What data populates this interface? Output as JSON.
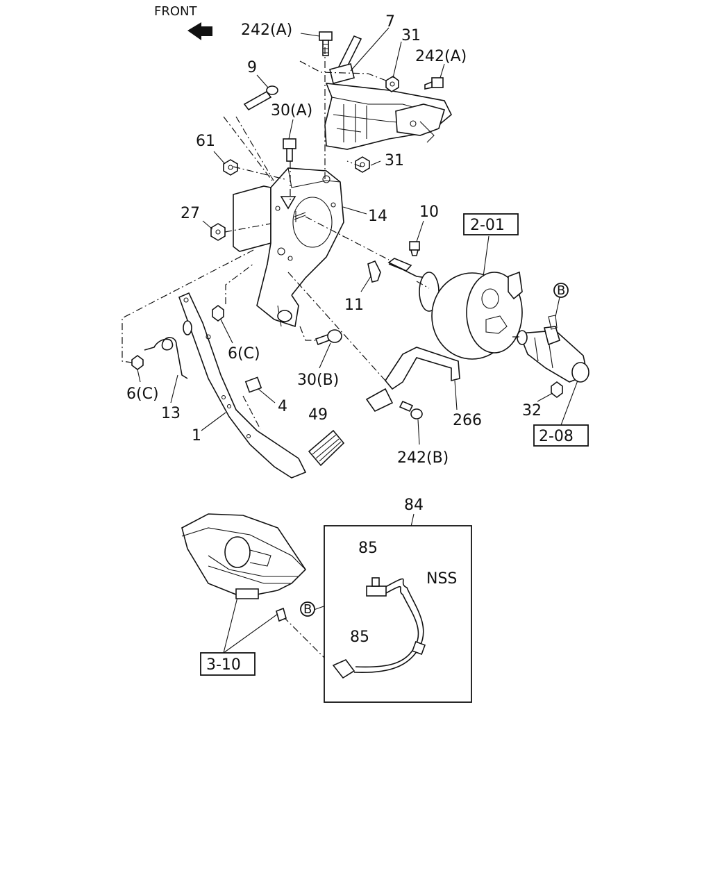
{
  "direction_label": "FRONT",
  "labels": {
    "bolt_242a_top": "242(A)",
    "part_7": "7",
    "nut_31_top": "31",
    "bolt_242a_right": "242(A)",
    "pin_9": "9",
    "bolt_30a": "30(A)",
    "nut_61": "61",
    "nut_31_mid": "31",
    "nut_27": "27",
    "bracket_14": "14",
    "switch_10": "10",
    "booster_ref": "2-01",
    "clip_11": "11",
    "connector_b_right": "B",
    "nut_6c_mid": "6(C)",
    "bolt_30b": "30(B)",
    "nut_6c_left": "6(C)",
    "spring_13": "13",
    "bushing_4": "4",
    "pad_49": "49",
    "pedal_1": "1",
    "bracket_266": "266",
    "nut_32": "32",
    "master_cyl_ref": "2-08",
    "bolt_242b": "242(B)",
    "hose_assy_84": "84",
    "clip_85_top": "85",
    "nss_note": "NSS",
    "connector_b_lower": "B",
    "clip_85_bottom": "85",
    "reservoir_ref": "3-10"
  }
}
